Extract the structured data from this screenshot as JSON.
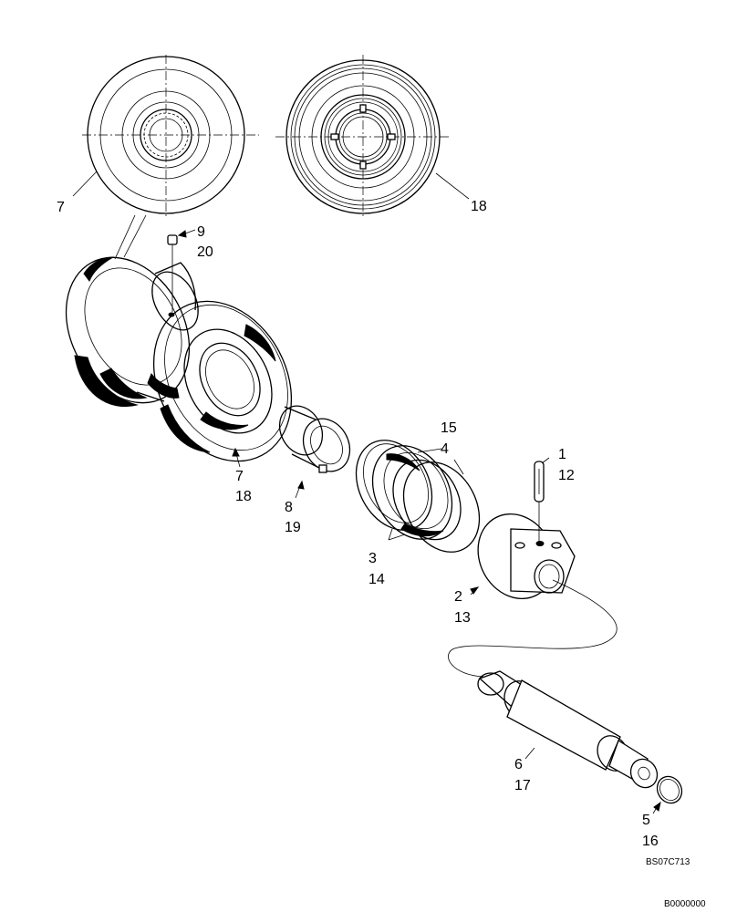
{
  "callouts": [
    {
      "id": "c7a",
      "text": "7"
    },
    {
      "id": "c18a",
      "text": "18"
    },
    {
      "id": "c9",
      "text": "9"
    },
    {
      "id": "c20",
      "text": "20"
    },
    {
      "id": "c7b",
      "text": "7"
    },
    {
      "id": "c18b",
      "text": "18"
    },
    {
      "id": "c8",
      "text": "8"
    },
    {
      "id": "c19",
      "text": "19"
    },
    {
      "id": "c15",
      "text": "15"
    },
    {
      "id": "c4",
      "text": "4"
    },
    {
      "id": "c3",
      "text": "3"
    },
    {
      "id": "c14",
      "text": "14"
    },
    {
      "id": "c1",
      "text": "1"
    },
    {
      "id": "c12",
      "text": "12"
    },
    {
      "id": "c2",
      "text": "2"
    },
    {
      "id": "c13",
      "text": "13"
    },
    {
      "id": "c6",
      "text": "6"
    },
    {
      "id": "c17",
      "text": "17"
    },
    {
      "id": "c5",
      "text": "5"
    },
    {
      "id": "c16",
      "text": "16"
    }
  ],
  "drawing_ref": "BS07C713",
  "page_ref": "B0000000"
}
